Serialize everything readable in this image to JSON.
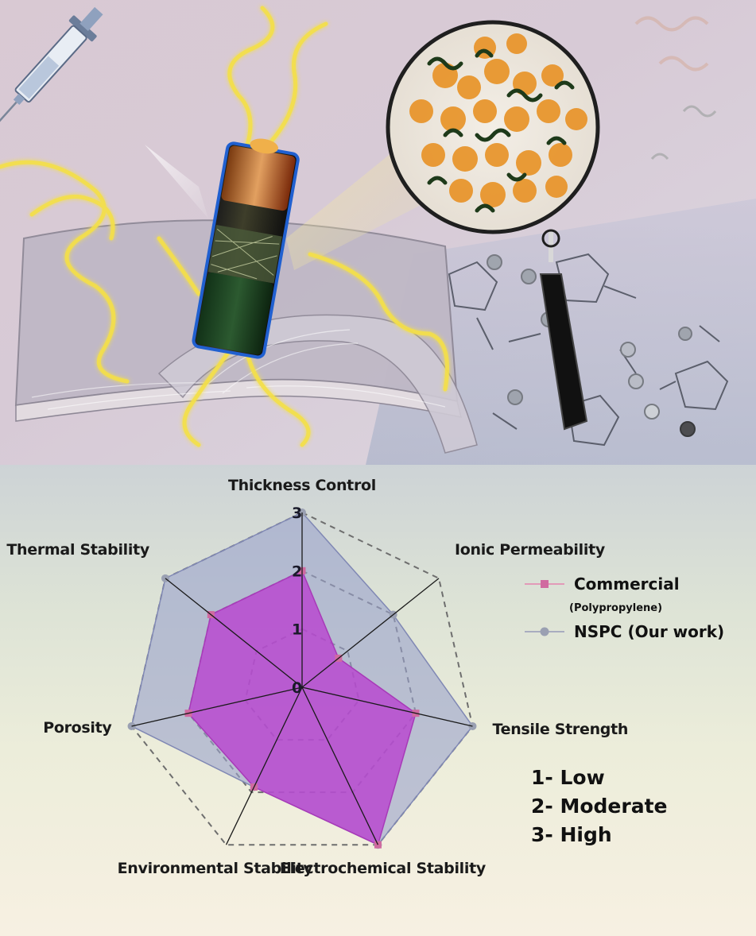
{
  "chart_data": {
    "type": "radar",
    "axes": [
      "Thickness Control",
      "Ionic Permeability",
      "Tensile Strength",
      "Electrochemical Stability",
      "Environmental Stability",
      "Porosity",
      "Thermal Stability"
    ],
    "rmin": 0,
    "rmax": 3,
    "ticks": [
      "0",
      "1",
      "2",
      "3"
    ],
    "series": [
      {
        "name": "Commercial",
        "name_sub": "(Polypropylene)",
        "values": [
          2,
          0.8,
          2,
          3,
          1.9,
          2,
          2
        ],
        "color": "#c04ccc",
        "marker": "square"
      },
      {
        "name": "NSPC (Our work)",
        "values": [
          3,
          2,
          3,
          3,
          1.9,
          3,
          3
        ],
        "color": "#9aa0c4",
        "marker": "circle"
      }
    ],
    "grid": true,
    "legend": "right",
    "key": [
      "1- Low",
      "2- Moderate",
      "3- High"
    ]
  },
  "colors": {
    "commercial_fill": "#b93fd0",
    "commercial_marker": "#d06aa0",
    "nspc_fill": "#9aa2cc",
    "nspc_marker": "#9aa0b2",
    "grid_dash": "#6e6e6e",
    "panel_background": "#dde2d5"
  },
  "illustration": {
    "icons": [
      "syringe-icon",
      "battery-icon",
      "magnifying-glass-icon",
      "nanofiber-membrane-icon",
      "molecular-structure-icon"
    ]
  }
}
